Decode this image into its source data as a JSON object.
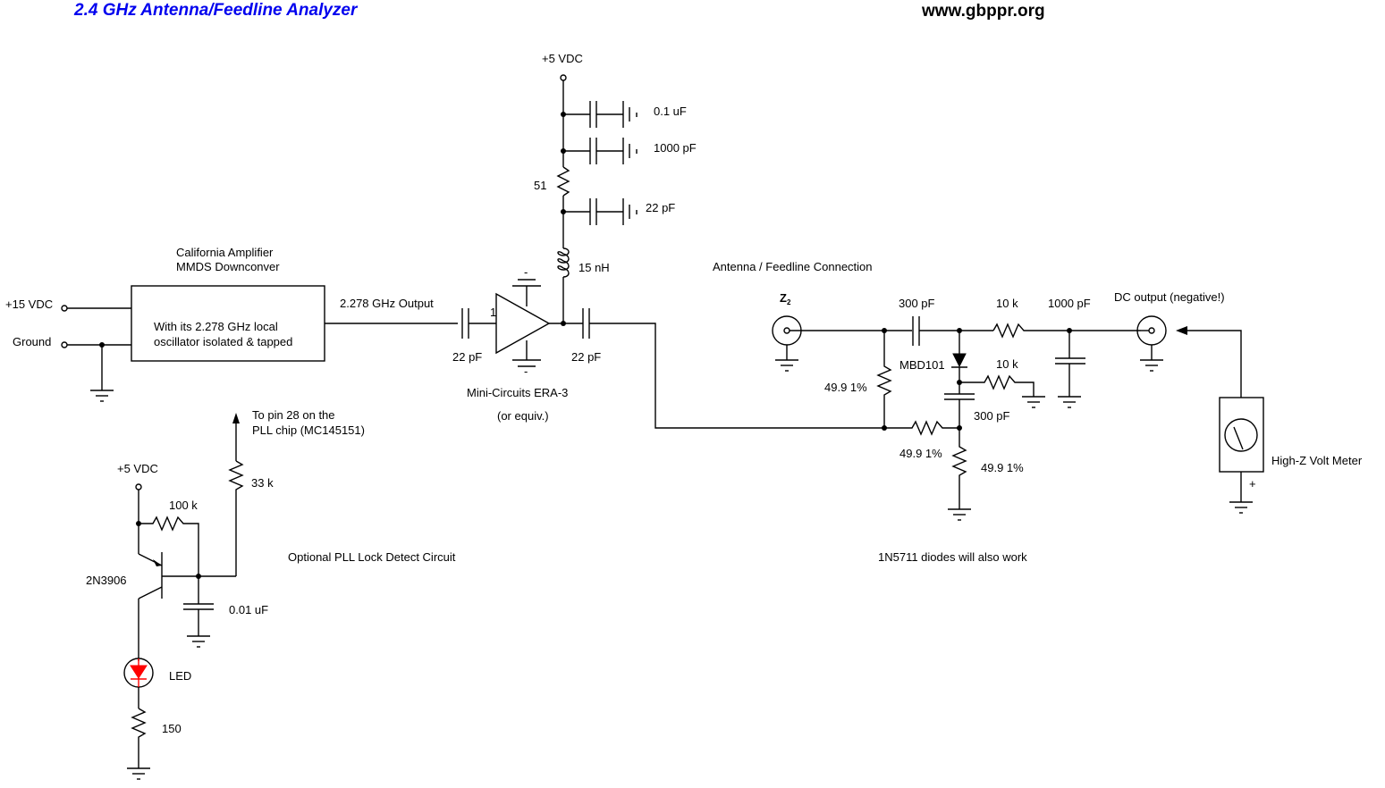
{
  "header": {
    "title": "2.4 GHz Antenna/Feedline Analyzer",
    "url": "www.gbppr.org"
  },
  "colors": {
    "title": "#0000ee",
    "led": "#ff0000",
    "wire": "#000000"
  },
  "downconverter": {
    "title_line1": "California Amplifier",
    "title_line2": "MMDS Downconver",
    "body_line1": "With its 2.278 GHz local",
    "body_line2": "oscillator isolated & tapped",
    "input_power": "+15 VDC",
    "input_ground": "Ground",
    "output_label": "2.278 GHz Output"
  },
  "amplifier": {
    "input_cap": "22 pF",
    "output_cap": "22 pF",
    "pin_label": "1",
    "part_line1": "Mini-Circuits ERA-3",
    "part_line2": "(or equiv.)",
    "gnd_top_mark": "-",
    "gnd_bottom_mark": "-"
  },
  "bias_network": {
    "supply": "+5 VDC",
    "cap1": "0.1 uF",
    "cap2": "1000 pF",
    "resistor": "51",
    "cap3": "22 pF",
    "inductor": "15 nH"
  },
  "bridge": {
    "connection_label": "Antenna / Feedline Connection",
    "port_label": "Z",
    "port_subscript": "2",
    "coupling_cap": "300 pF",
    "series_resistor": "10 k",
    "filter_cap": "1000 pF",
    "diode": "MBD101",
    "load_resistor": "10 k",
    "bypass_cap": "300 pF",
    "bridge_r1": "49.9 1%",
    "bridge_r2": "49.9 1%",
    "bridge_r3": "49.9 1%",
    "note": "1N5711 diodes will also work"
  },
  "output": {
    "label": "DC output (negative!)",
    "meter": "High-Z Volt Meter",
    "meter_plus": "+"
  },
  "lock_detect": {
    "label": "Optional PLL Lock Detect Circuit",
    "to_pin_line1": "To pin 28 on the",
    "to_pin_line2": "PLL chip (MC145151)",
    "r_series": "33 k",
    "supply": "+5 VDC",
    "r_bias": "100 k",
    "transistor": "2N3906",
    "cap": "0.01 uF",
    "led": "LED",
    "r_led": "150"
  },
  "ground_mark": "-"
}
